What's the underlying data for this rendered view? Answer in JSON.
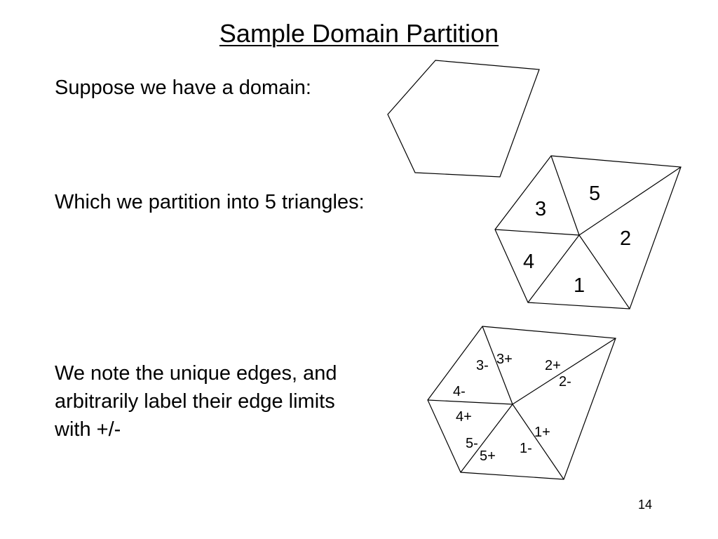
{
  "slide": {
    "title": "Sample Domain Partition",
    "page_number": "14"
  },
  "text": {
    "intro": "Suppose we have a domain:",
    "partition": "Which we partition into 5 triangles:",
    "edges_line1": "We note the unique edges, and",
    "edges_line2": "arbitrarily label their edge limits",
    "edges_line3": "with +/-"
  },
  "triangle_labels": [
    "5",
    "3",
    "2",
    "4",
    "1"
  ],
  "edge_labels": [
    "3+",
    "3-",
    "2+",
    "2-",
    "4-",
    "4+",
    "1+",
    "5-",
    "1-",
    "5+"
  ]
}
